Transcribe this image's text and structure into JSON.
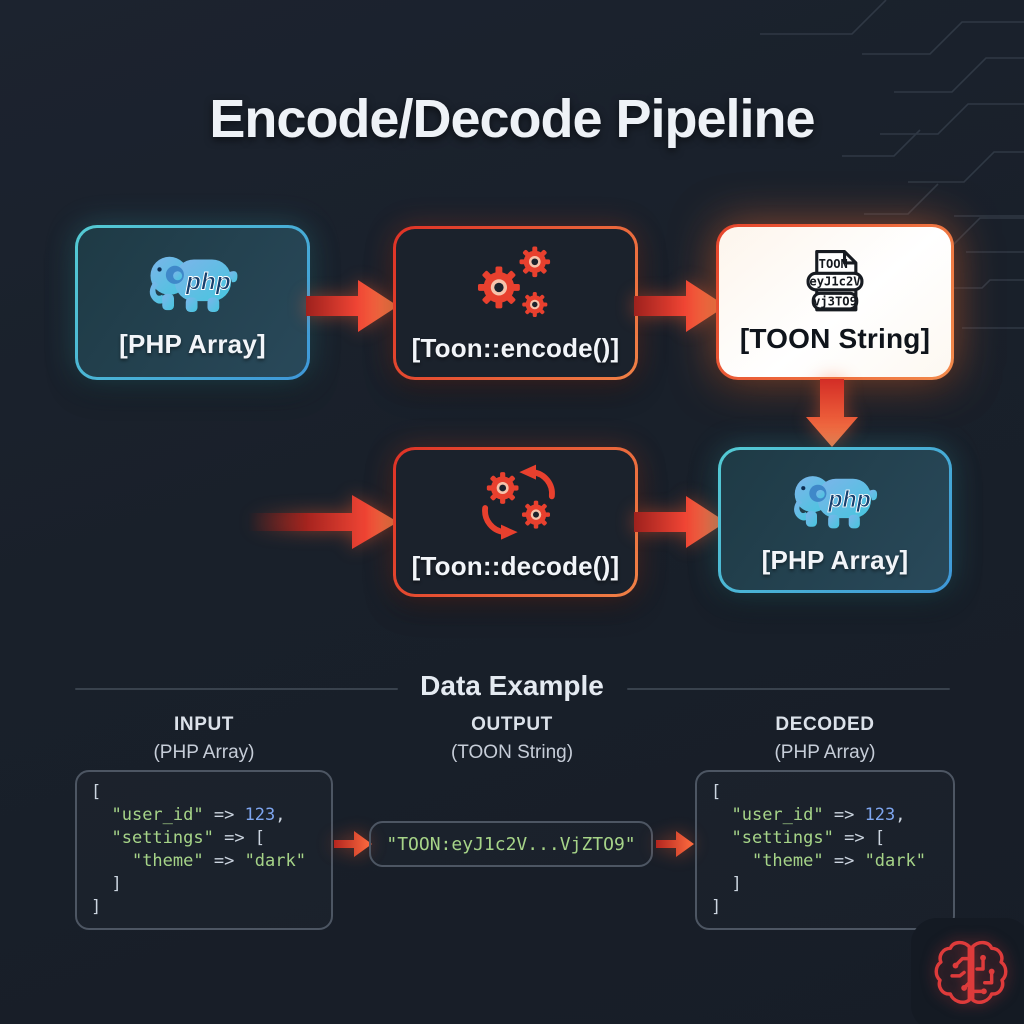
{
  "title": "Encode/Decode Pipeline",
  "pipeline": {
    "php_array_top_label": "[PHP Array]",
    "encode_label": "[Toon::encode()]",
    "toon_string_label": "[TOON String]",
    "decode_label": "[Toon::decode()]",
    "php_array_bottom_label": "[PHP Array]",
    "php_logo_text": "php",
    "toon_file_badge": {
      "line1": "TOON",
      "line2": "eyJ1c2V",
      "line3": "vj3TO9"
    }
  },
  "data_example": {
    "heading": "Data Example",
    "columns": [
      {
        "title": "INPUT",
        "subtitle": "(PHP Array)"
      },
      {
        "title": "OUTPUT",
        "subtitle": "(TOON String)"
      },
      {
        "title": "DECODED",
        "subtitle": "(PHP Array)"
      }
    ],
    "toon_output": "\"TOON:eyJ1c2V...VjZTO9\"",
    "php_code_lines": [
      [
        {
          "t": "[",
          "c": "p"
        }
      ],
      [
        {
          "t": "  ",
          "c": "p"
        },
        {
          "t": "\"user_id\"",
          "c": "s"
        },
        {
          "t": " => ",
          "c": "p"
        },
        {
          "t": "123",
          "c": "n"
        },
        {
          "t": ",",
          "c": "p"
        }
      ],
      [
        {
          "t": "  ",
          "c": "p"
        },
        {
          "t": "\"settings\"",
          "c": "s"
        },
        {
          "t": " => [",
          "c": "p"
        }
      ],
      [
        {
          "t": "    ",
          "c": "p"
        },
        {
          "t": "\"theme\"",
          "c": "s"
        },
        {
          "t": " => ",
          "c": "p"
        },
        {
          "t": "\"dark\"",
          "c": "s"
        }
      ],
      [
        {
          "t": "  ]",
          "c": "p"
        }
      ],
      [
        {
          "t": "]",
          "c": "p"
        }
      ]
    ]
  },
  "icons": {
    "php_elephant": "php-elephant-logo",
    "encode_gears": "three-gears",
    "decode_gears": "gears-with-sync-arrows",
    "toon_file": "toon-document-badge",
    "brain_circuit": "circuit-brain-logo"
  },
  "colors": {
    "background": "#1a212b",
    "accent_red": "#e8402e",
    "accent_orange": "#f28a4b",
    "accent_teal": "#4cc4cf",
    "code_string": "#a6d488",
    "code_number": "#7ea6f0",
    "code_punct": "#ccd5e0",
    "box_light_fill": "#fdf8f1"
  }
}
